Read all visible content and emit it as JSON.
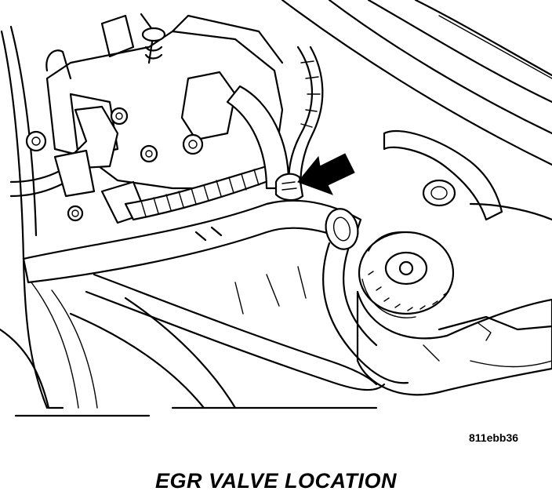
{
  "figure": {
    "code": "811ebb36",
    "caption": "EGR VALVE LOCATION"
  },
  "colors": {
    "ink": "#000000",
    "paper": "#ffffff"
  },
  "callout": {
    "icon": "arrow-icon",
    "points_to": "egr-valve"
  }
}
